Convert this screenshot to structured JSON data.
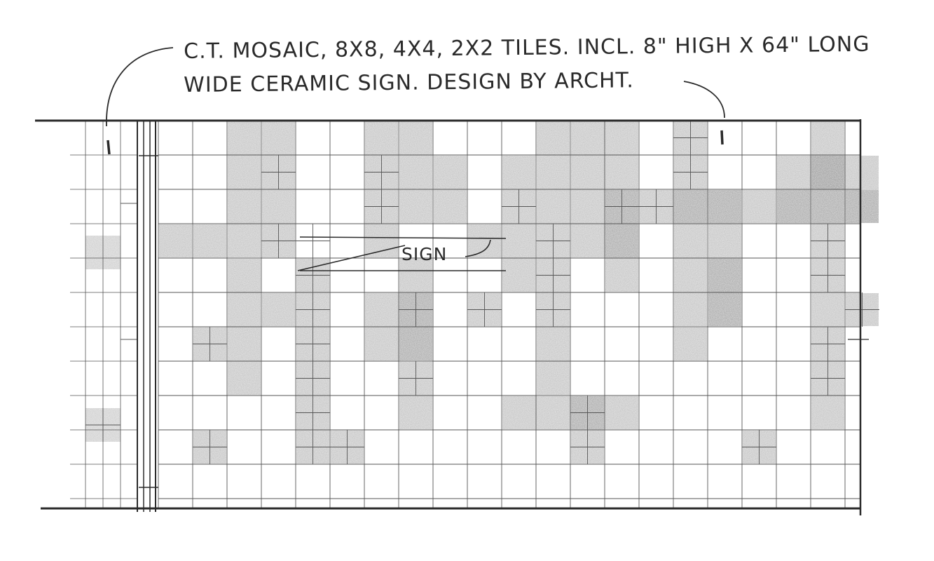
{
  "annotation": {
    "line1": "C.T. MOSAIC, 8X8, 4X4, 2X2 TILES. INCL. 8\" HIGH X 64\" LONG",
    "line2": "WIDE CERAMIC SIGN. DESIGN BY ARCHT."
  },
  "callout": {
    "label": "SIGN"
  },
  "colors": {
    "ink": "#2a2a2a",
    "shade": "#8a8a8a",
    "grid": "#555555"
  }
}
